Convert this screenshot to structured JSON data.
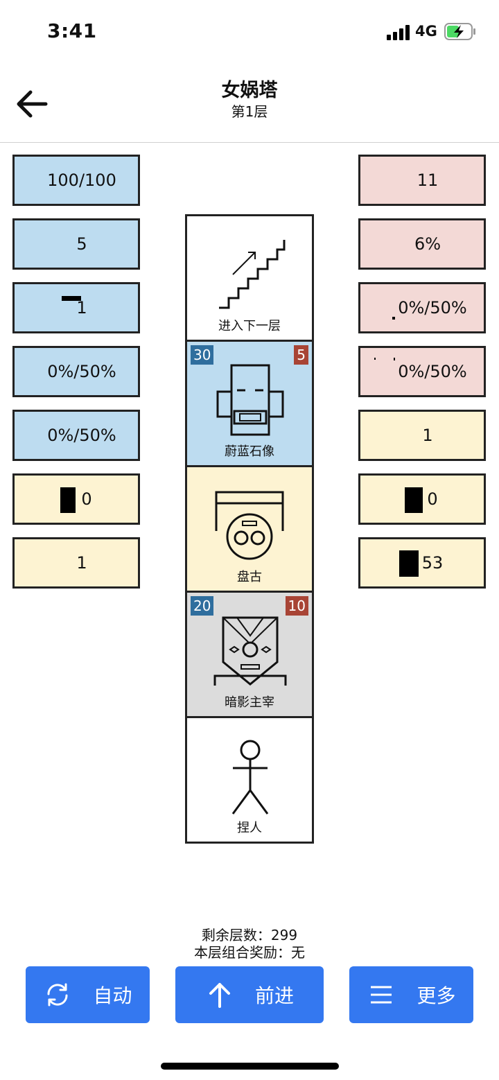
{
  "status_bar": {
    "time": "3:41",
    "network": "4G"
  },
  "nav": {
    "title": "女娲塔",
    "subtitle": "第1层"
  },
  "left_stats": [
    {
      "value": "100/100",
      "color": "blue"
    },
    {
      "value": "5",
      "color": "blue"
    },
    {
      "value": "1",
      "color": "blue"
    },
    {
      "value": "0%/50%",
      "color": "blue"
    },
    {
      "value": "0%/50%",
      "color": "blue"
    },
    {
      "value": "0",
      "color": "yellow"
    },
    {
      "value": "1",
      "color": "yellow"
    }
  ],
  "right_stats": [
    {
      "value": "11",
      "color": "pink"
    },
    {
      "value": "6%",
      "color": "pink"
    },
    {
      "value": "0%/50%",
      "color": "pink"
    },
    {
      "value": "0%/50%",
      "color": "pink"
    },
    {
      "value": "1",
      "color": "yellow"
    },
    {
      "value": "0",
      "color": "yellow"
    },
    {
      "value": "53",
      "color": "yellow"
    }
  ],
  "tower": [
    {
      "label": "进入下一层",
      "icon": "stairs-icon",
      "bg": "white"
    },
    {
      "label": "蔚蓝石像",
      "icon": "stone-statue-icon",
      "bg": "blue",
      "hp": "30",
      "atk": "5"
    },
    {
      "label": "盘古",
      "icon": "pangu-icon",
      "bg": "yellow"
    },
    {
      "label": "暗影主宰",
      "icon": "shadow-lord-icon",
      "bg": "gray",
      "hp": "20",
      "atk": "10"
    },
    {
      "label": "捏人",
      "icon": "stick-figure-icon",
      "bg": "white"
    }
  ],
  "info": {
    "remaining_floors": "剩余层数：299",
    "floor_bonus": "本层组合奖励：无"
  },
  "buttons": {
    "auto": "自动",
    "forward": "前进",
    "more": "更多"
  },
  "colors": {
    "accent": "#3478f0",
    "hp_badge": "#2f6e9e",
    "atk_badge": "#a84435",
    "stat_blue": "#bddcf0",
    "stat_pink": "#f3d9d6",
    "stat_yellow": "#fdf3d2"
  }
}
